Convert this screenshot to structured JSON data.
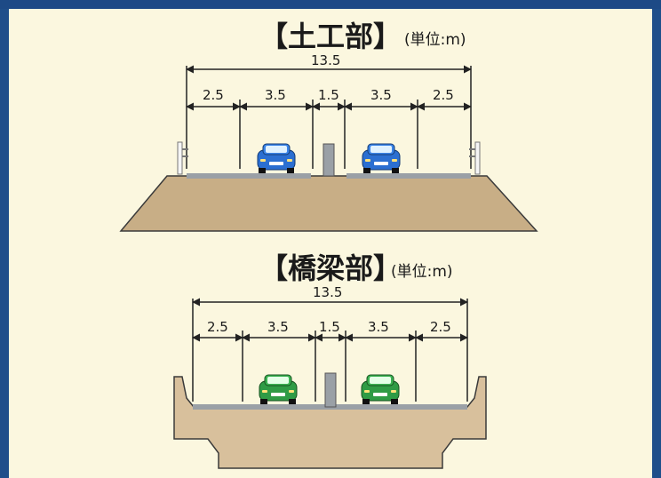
{
  "sections": [
    {
      "title": "【土工部】",
      "unit": "(単位:m)",
      "total": "13.5",
      "lanes": [
        "2.5",
        "3.5",
        "1.5",
        "3.5",
        "2.5"
      ]
    },
    {
      "title": "【橋梁部】",
      "unit": "(単位:m)",
      "total": "13.5",
      "lanes": [
        "2.5",
        "3.5",
        "1.5",
        "3.5",
        "2.5"
      ]
    }
  ],
  "colors": {
    "frame": "#1f4f8a",
    "panel": "#fbf7df",
    "earth": "#c8ae86",
    "bridge": "#d8c09c",
    "road": "#9aa0a6",
    "car_upper": "#2b6fd1",
    "car_lower": "#2f9b45"
  }
}
